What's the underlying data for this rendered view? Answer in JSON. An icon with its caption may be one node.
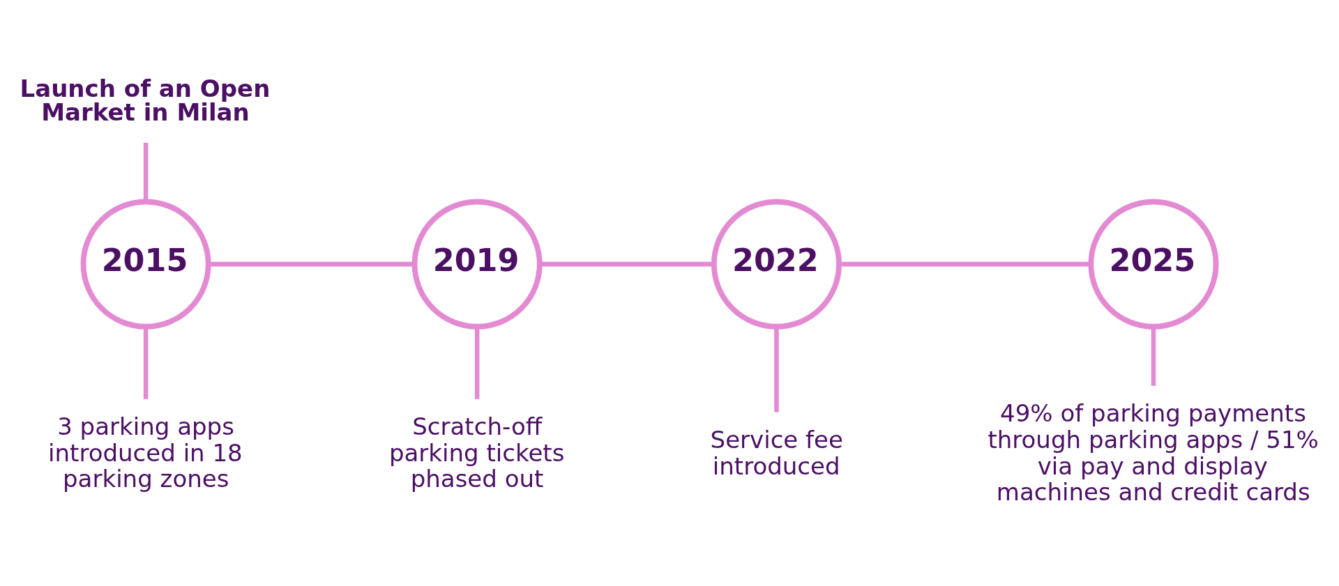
{
  "diagram": {
    "nodes": [
      {
        "text": [
          "Launch of an Open Market in Milan"
        ]
      },
      {
        "text": [
          "2015"
        ]
      },
      {
        "text": [
          "3 parking apps introduced in 18 parking zones"
        ]
      },
      {
        "text": [
          "2019"
        ]
      },
      {
        "text": [
          "Scratch-off parking tickets phased out"
        ]
      },
      {
        "text": [
          "2022"
        ]
      },
      {
        "text": [
          "Service fee introduced"
        ]
      },
      {
        "text": [
          "2025"
        ]
      },
      {
        "text": [
          "49% of parking payments through parking apps / 51% via pay and display machines and credit cards"
        ]
      }
    ],
    "edges": [
      {
        "from": 0,
        "to": 1,
        "arrow": "none"
      },
      {
        "from": 1,
        "to": 2,
        "arrow": "none"
      },
      {
        "from": 1,
        "to": 3,
        "arrow": "none"
      },
      {
        "from": 3,
        "to": 4,
        "arrow": "none"
      },
      {
        "from": 3,
        "to": 5,
        "arrow": "none"
      },
      {
        "from": 5,
        "to": 6,
        "arrow": "none"
      },
      {
        "from": 5,
        "to": 7,
        "arrow": "none"
      },
      {
        "from": 7,
        "to": 8,
        "arrow": "none"
      }
    ]
  }
}
